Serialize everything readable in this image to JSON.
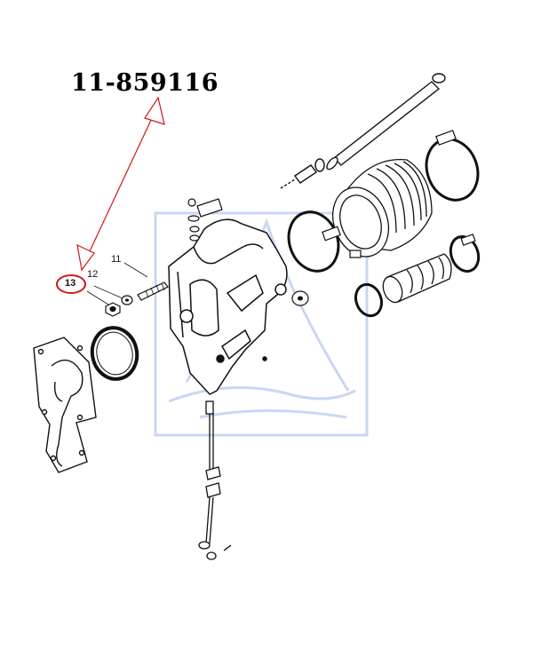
{
  "part_number": "11-859116",
  "callouts": {
    "c11": "11",
    "c12": "12",
    "c13": "13"
  },
  "colors": {
    "highlight": "#d0161b",
    "watermark": "#3f6fd8",
    "line": "#111111"
  }
}
